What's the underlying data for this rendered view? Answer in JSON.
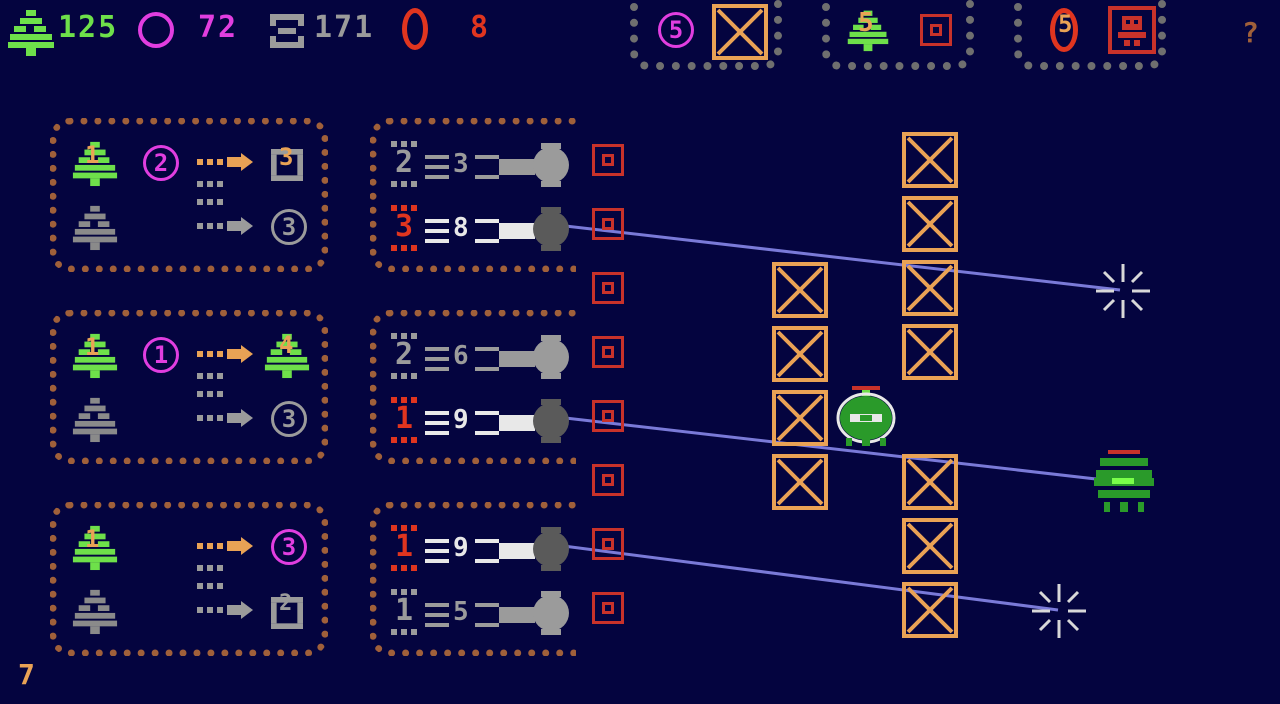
{
  "resources": {
    "tree_count": "125",
    "ring_count": "72",
    "block_count": "171",
    "gem_count": "8"
  },
  "top_panels": [
    {
      "badge": "5",
      "item": "crate"
    },
    {
      "badge": "5",
      "item": "target"
    },
    {
      "badge": "5",
      "item": "robot"
    }
  ],
  "top_right_hint": "?",
  "machines": [
    {
      "in_count": "1",
      "in_badge": "2",
      "out_a": "3",
      "out_b": "3"
    },
    {
      "in_count": "1",
      "in_badge": "1",
      "out_a": "4",
      "out_b": "3"
    },
    {
      "in_count": "1",
      "in_badge": "",
      "out_a": "3",
      "out_b": "2"
    }
  ],
  "launchers": [
    {
      "slot": "2",
      "power": "3",
      "active": false
    },
    {
      "slot": "3",
      "power": "8",
      "active": true
    },
    {
      "slot": "2",
      "power": "6",
      "active": false
    },
    {
      "slot": "1",
      "power": "9",
      "active": true
    },
    {
      "slot": "1",
      "power": "9",
      "active": true
    },
    {
      "slot": "1",
      "power": "5",
      "active": false
    }
  ],
  "turn_counter": "7",
  "colors": {
    "background": "#04043f",
    "green": "#6ee04a",
    "magenta": "#e13ee0",
    "gray": "#9b9b9b",
    "red": "#e0351f",
    "orange": "#e9a255",
    "laser": "#7a7ad8"
  }
}
